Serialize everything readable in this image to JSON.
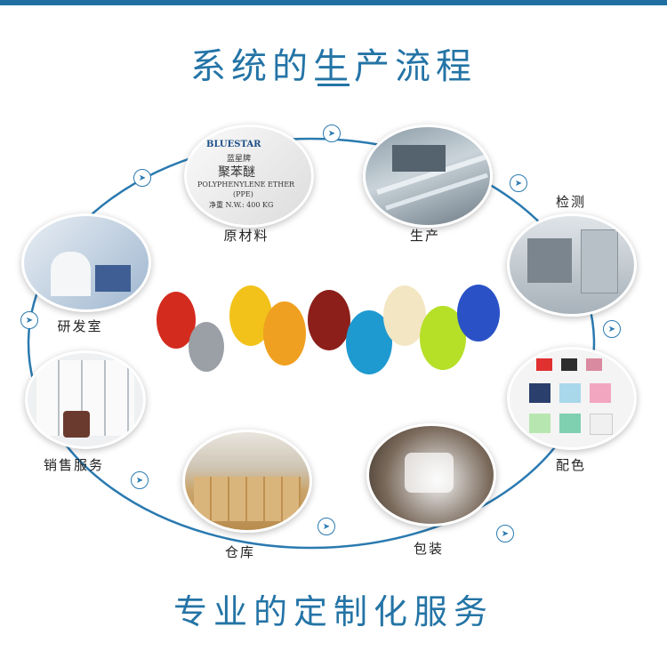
{
  "header": {
    "title": "系统的生产流程"
  },
  "footer": {
    "title": "专业的定制化服务"
  },
  "steps": [
    {
      "label": "原材料",
      "icon": "raw-material-bag-photo"
    },
    {
      "label": "生产",
      "icon": "production-line-photo"
    },
    {
      "label": "检测",
      "icon": "testing-machine-photo"
    },
    {
      "label": "配色",
      "icon": "color-samples-photo"
    },
    {
      "label": "包装",
      "icon": "packaging-photo"
    },
    {
      "label": "仓库",
      "icon": "warehouse-photo"
    },
    {
      "label": "销售服务",
      "icon": "sales-showroom-photo"
    },
    {
      "label": "研发室",
      "icon": "lab-photo"
    }
  ],
  "bag": {
    "brand": "BLUESTAR",
    "brand_cn": "蓝星牌",
    "product_cn": "聚苯醚",
    "product_en": "POLYPHENYLENE ETHER",
    "abbr": "(PPE)",
    "weight": "净重 N.W.: 400 KG"
  },
  "colors": {
    "accent": "#2474a6",
    "ring": "#2a7ab0"
  }
}
